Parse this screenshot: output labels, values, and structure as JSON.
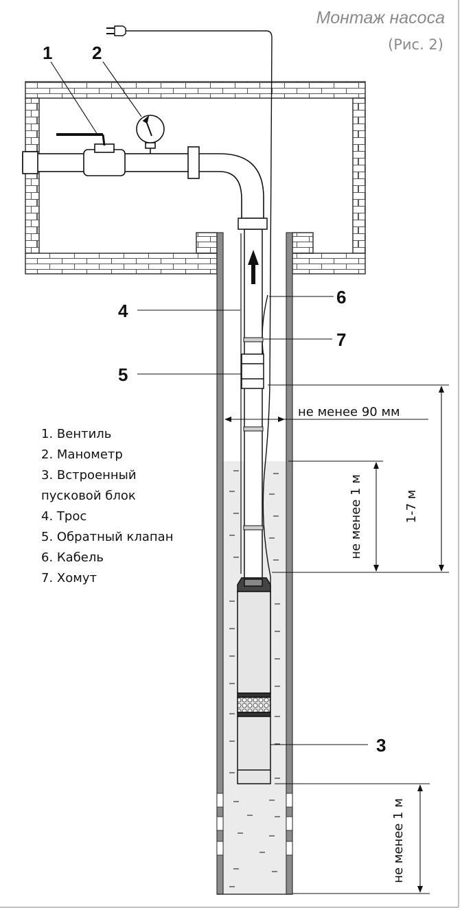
{
  "header": {
    "title": "Монтаж насоса",
    "subtitle": "(Рис. 2)"
  },
  "callouts": [
    {
      "id": "1",
      "label": "1"
    },
    {
      "id": "2",
      "label": "2"
    },
    {
      "id": "3",
      "label": "3"
    },
    {
      "id": "4",
      "label": "4"
    },
    {
      "id": "5",
      "label": "5"
    },
    {
      "id": "6",
      "label": "6"
    },
    {
      "id": "7",
      "label": "7"
    }
  ],
  "legend": {
    "items": [
      "1. Вентиль",
      "2. Манометр",
      "3. Встроенный",
      "пусковой блок",
      "4. Трос",
      "5. Обратный клапан",
      "6. Кабель",
      "7. Хомут"
    ]
  },
  "dimensions": {
    "clearance": "не менее 90 мм",
    "depth_above_pump": "не менее 1 м",
    "check_valve_range": "1-7 м",
    "depth_below_pump": "не менее 1 м"
  },
  "colors": {
    "casing": "#8c8c8c",
    "water": "#ebebeb",
    "line": "#111111",
    "brick_line": "#555555",
    "title": "#8a8a8a"
  }
}
